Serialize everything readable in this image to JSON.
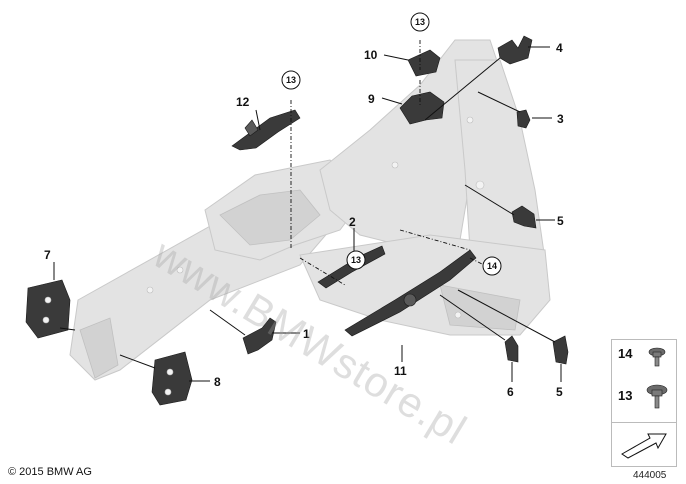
{
  "copyright": "© 2015 BMW AG",
  "reference_number": "444005",
  "watermark": "www.BMWstore.pl",
  "callouts": {
    "c1": "1",
    "c2": "2",
    "c3": "3",
    "c4": "4",
    "c5a": "5",
    "c5b": "5",
    "c6": "6",
    "c7": "7",
    "c8": "8",
    "c9": "9",
    "c10": "10",
    "c11": "11",
    "c12": "12",
    "circ13a": "13",
    "circ13b": "13",
    "circ13c": "13",
    "circ14": "14"
  },
  "legend": {
    "item14": "14",
    "item13": "13"
  }
}
